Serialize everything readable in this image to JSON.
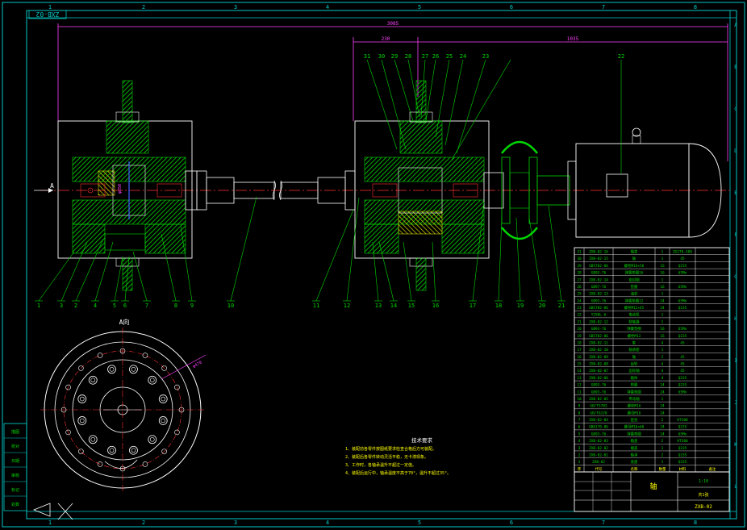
{
  "drawing": {
    "code_label": "ZXB-02",
    "view_label": "A",
    "section_label": "A向",
    "dim_total": "3085",
    "dim_left": "230",
    "dim_right": "1035",
    "dim_phi": "φ470",
    "part_numbers": [
      "1",
      "3",
      "2",
      "4",
      "5",
      "6",
      "7",
      "8",
      "9",
      "10",
      "11",
      "12",
      "13",
      "14",
      "15",
      "16",
      "17",
      "18",
      "19",
      "20",
      "21"
    ],
    "top_callouts": [
      "31",
      "30",
      "29",
      "28",
      "27",
      "26",
      "25",
      "24",
      "23",
      "22"
    ],
    "grid_cols": [
      "1",
      "2",
      "3",
      "4",
      "5",
      "6",
      "7",
      "8"
    ],
    "grid_rows": [
      "A",
      "B",
      "C",
      "D",
      "E",
      "F",
      "G",
      "H",
      "I",
      "J",
      "K",
      "L"
    ]
  },
  "tech_notes": {
    "title": "技术要求",
    "lines": [
      "1、装配前各零件按图纸要求检查合格后方可装配。",
      "2、装配后各零件转动灵活平稳，无卡滞现象。",
      "3、工作时，各轴承温升不超过一定值。",
      "4、装配后运行中，轴承温度不高于70°，温升不超过35°。"
    ]
  },
  "bom": {
    "rows": [
      [
        "31",
        "ZXB-02-16",
        "端盖",
        "1",
        "ZG270-500",
        ""
      ],
      [
        "30",
        "ZXB-02-15",
        "轴",
        "1",
        "45",
        ""
      ],
      [
        "29",
        "GB5782-86",
        "螺栓M16×50",
        "16",
        "Q235",
        ""
      ],
      [
        "28",
        "GB93-76",
        "弹簧垫圈16",
        "16",
        "65Mn",
        ""
      ],
      [
        "27",
        "ZXB-02-14",
        "密封圈",
        "1",
        "",
        ""
      ],
      [
        "26",
        "GB97-76",
        "垫圈",
        "16",
        "65Mn",
        ""
      ],
      [
        "25",
        "ZXB-02-13",
        "油封",
        "1",
        "",
        ""
      ],
      [
        "24",
        "GB93-76",
        "弹簧垫圈12",
        "24",
        "65Mn",
        ""
      ],
      [
        "23",
        "GB5782-86",
        "螺栓M12×45",
        "24",
        "Q235",
        ""
      ],
      [
        "22",
        "Y250L-6",
        "电动机",
        "1",
        "",
        ""
      ],
      [
        "21",
        "ZXB-02-12",
        "联轴器",
        "1",
        "",
        ""
      ],
      [
        "20",
        "GB93-76",
        "弹簧垫圈",
        "16",
        "65Mn",
        ""
      ],
      [
        "19",
        "GB5782-86",
        "螺栓M12",
        "16",
        "Q235",
        ""
      ],
      [
        "18",
        "ZXB-02-11",
        "套",
        "4",
        "45",
        ""
      ],
      [
        "17",
        "ZXB-02-10",
        "轴承座",
        "1",
        "",
        ""
      ],
      [
        "16",
        "ZXB-02-09",
        "轴",
        "2",
        "45",
        ""
      ],
      [
        "15",
        "ZXB-02-08",
        "齿轮",
        "4",
        "45",
        ""
      ],
      [
        "14",
        "ZXB-02-07",
        "齿轮轴",
        "4",
        "45",
        ""
      ],
      [
        "13",
        "ZXB-02-06",
        "箱体",
        "4",
        "Q235",
        ""
      ],
      [
        "12",
        "GB93-76",
        "垫圈",
        "24",
        "Q235",
        ""
      ],
      [
        "11",
        "GB93-76",
        "弹簧垫圈",
        "24",
        "65Mn",
        ""
      ],
      [
        "10",
        "ZXB-02-05",
        "传动轴",
        "1",
        "",
        ""
      ],
      [
        "9",
        "GB/T5783",
        "螺栓M16",
        "24",
        "",
        ""
      ],
      [
        "8",
        "GB/T6170",
        "螺母M16",
        "24",
        "",
        ""
      ],
      [
        "7",
        "ZXB-02-04",
        "密封",
        "2",
        "HT200",
        ""
      ],
      [
        "6",
        "GB6170-86",
        "螺母M16×60",
        "24",
        "Q235",
        ""
      ],
      [
        "5",
        "GB93-76",
        "弹簧垫圈",
        "24",
        "65Mn",
        ""
      ],
      [
        "4",
        "ZXB-02-03",
        "箱盖",
        "2",
        "HT200",
        ""
      ],
      [
        "3",
        "ZXB-02-02",
        "端盖",
        "1",
        "Q235",
        ""
      ],
      [
        "2",
        "ZXB-02-01",
        "轴承",
        "2",
        "Q235",
        ""
      ],
      [
        "1",
        "ZXB-02",
        "底座",
        "1",
        "Q235",
        ""
      ]
    ],
    "header": [
      "序",
      "代号",
      "名称",
      "数量",
      "材料",
      "备注"
    ]
  },
  "title_block": {
    "name": "轴",
    "drawing_no": "ZXB-02",
    "scale": "1:10",
    "sheet": "共1张"
  },
  "side_block": {
    "labels": [
      "描图",
      "校对",
      "日期",
      "审核",
      "标记",
      "处数"
    ]
  },
  "colors": {
    "border": "#00c8c8",
    "frame": "#ffffff",
    "hatch": "#00e000",
    "dim": "#ff40ff",
    "red": "#ff3030",
    "yellow": "#ffff00",
    "blue": "#4060ff"
  }
}
